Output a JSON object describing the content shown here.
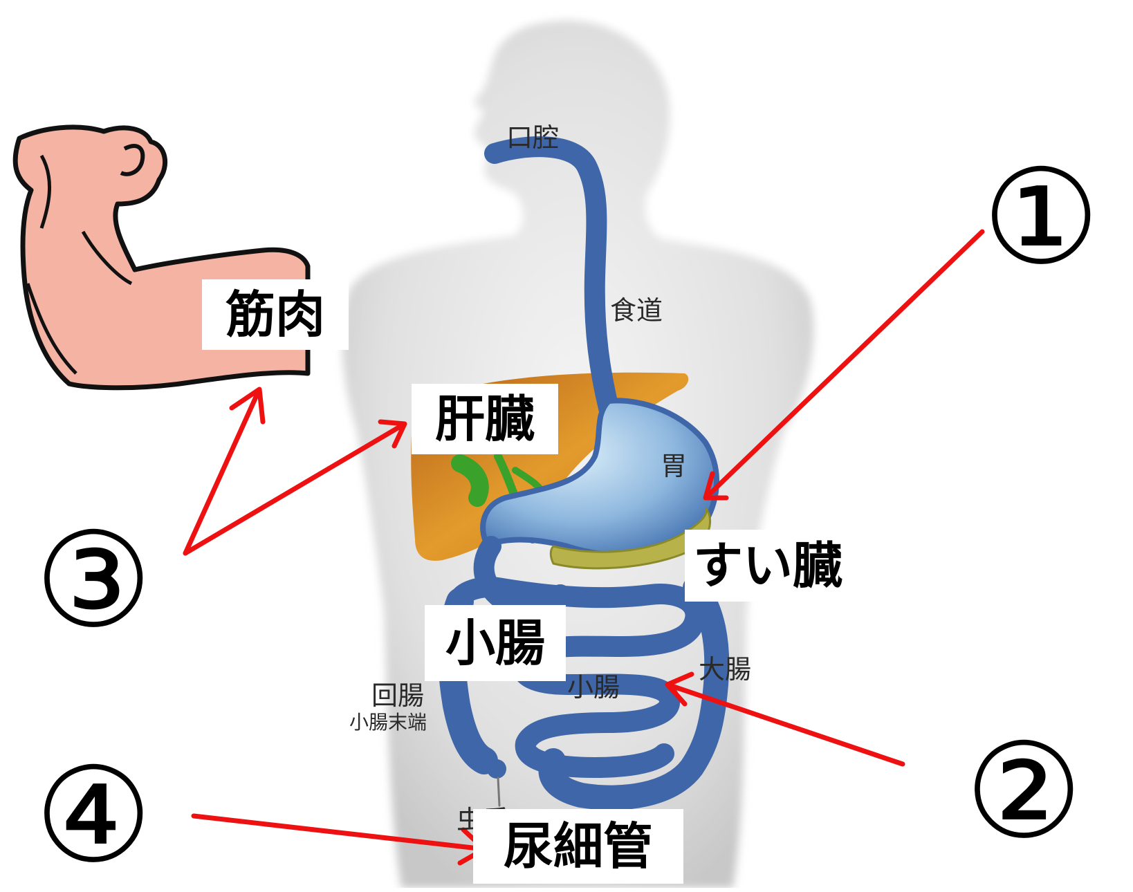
{
  "figure_labels": {
    "mouth": "口腔",
    "esophagus": "食道",
    "stomach": "胃",
    "large_intestine": "大腸",
    "small_intestine_small": "小腸",
    "ileum": "回腸",
    "ileum_note": "小腸末端",
    "appendix": "虫垂"
  },
  "callouts": {
    "muscle": "筋肉",
    "liver": "肝臓",
    "pancreas": "すい臓",
    "small_intestine": "小腸",
    "renal_tubule": "尿細管"
  },
  "markers": {
    "one": "①",
    "two": "②",
    "three": "③",
    "four": "④"
  },
  "colors": {
    "arrow": "#ee1111",
    "digestive_tract": "#3e66a8",
    "liver": "#c9741a",
    "gallbladder": "#3aa12a",
    "pancreas": "#b8b24a",
    "body": "#dcdcdc",
    "arm_skin": "#f4b3a3"
  }
}
